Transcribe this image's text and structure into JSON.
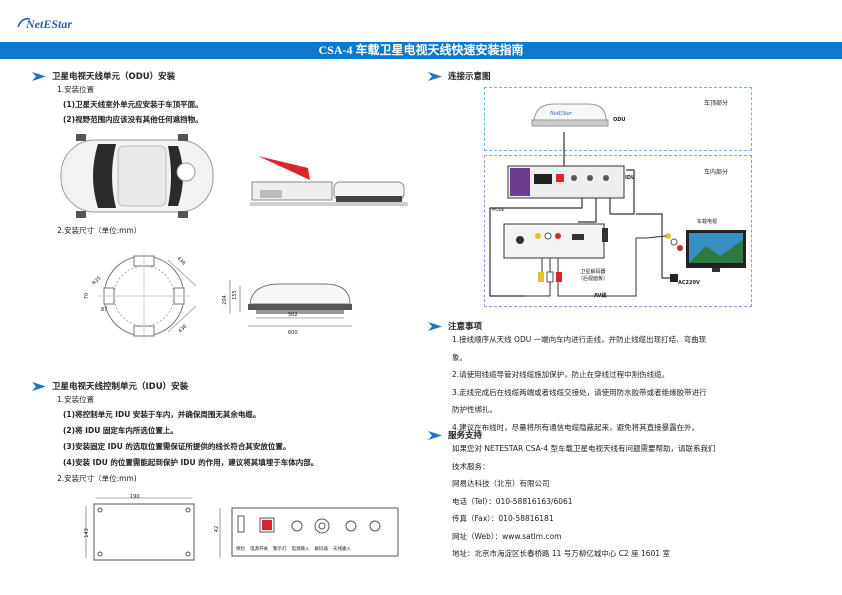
{
  "header": {
    "logo_text": "NetEStar",
    "title": "CSA-4 车载卫星电视天线快速安装指南"
  },
  "left": {
    "odu": {
      "heading": "卫星电视天线单元（ODU）安装",
      "pos_label": "1.安装位置",
      "lines": [
        "(1)卫星天线室外单元应安装于车顶平面。",
        "(2)视野范围内应该没有其他任何遮挡物。"
      ],
      "size_label": "2.安装尺寸（单位:mm）",
      "dims": {
        "d436": "436",
        "r35": "R35",
        "d70": "70",
        "d87": "87",
        "d436b": "436",
        "h155": "155",
        "h204": "204",
        "w502": "502",
        "w600": "600"
      }
    },
    "idu": {
      "heading": "卫星电视天线控制单元（IDU）安装",
      "pos_label": "1.安装位置",
      "lines": [
        "(1)将控制单元 IDU 安装于车内，并确保周围无其余电缆。",
        "(2)将 IDU 固定车内所选位置上。",
        "(3)安装固定 IDU 的选取位置需保证所提供的线长符合其安放位置。",
        "(4)安装 IDU 的位置需能起到保护 IDU 的作用，建议将其填埋于车体内部。"
      ],
      "size_label": "2.安装尺寸（单位:mm)",
      "dims": {
        "w190": "190",
        "h143": "143",
        "h42": "42"
      },
      "panel_labels": [
        "保险",
        "电源开关",
        "警示灯",
        "电源输入",
        "解码器",
        "天线输入"
      ]
    }
  },
  "right": {
    "connect": {
      "heading": "连接示意图",
      "roof_label": "车顶部分",
      "odu_label": "ODU",
      "inside_label": "车内部分",
      "idu_label": "IDU",
      "tv_label": "车载电视",
      "decoder_label": [
        "卫星解码器",
        "（后视面板）"
      ],
      "av_label": "AV线",
      "ac_label": "AC220V",
      "mode_label": "MODE"
    },
    "notes": {
      "heading": "注意事项",
      "items": [
        "1.接线顺序从天线 ODU 一端向车内进行走线，并防止线缆出现打结、弯曲现",
        "象。",
        "2.请使用线缆导管对线缆施加保护，防止在穿线过程中割伤线缆。",
        "3.走线完成后在线缆两端或者线缆交接处，请使用防水胶带或者绝缘胶带进行",
        "防护性绑扎。",
        "4.建议在布线时，尽量将所有通信电缆隐蔽起来，避免将其直接暴露在外。"
      ]
    },
    "support": {
      "heading": "服务支持",
      "items": [
        "如果您对 NETESTAR CSA-4 型车载卫星电视天线有问题需要帮助，请联系我们",
        "技术服务：",
        "网易达科技（北京）有限公司",
        "电话（Tel）：010-58816163/6061",
        "传真（Fax）：010-58816181",
        "网址（Web）：www.satlm.com",
        "地址：北京市海淀区长春桥路 11 号万柳亿城中心 C2 座 1601 室"
      ]
    },
    "colors": {
      "accent": "#0f79c9",
      "arrow": "#1f73c6",
      "idu_face": "#6b3c8f",
      "tv_screen": "#3a8ec4"
    }
  }
}
